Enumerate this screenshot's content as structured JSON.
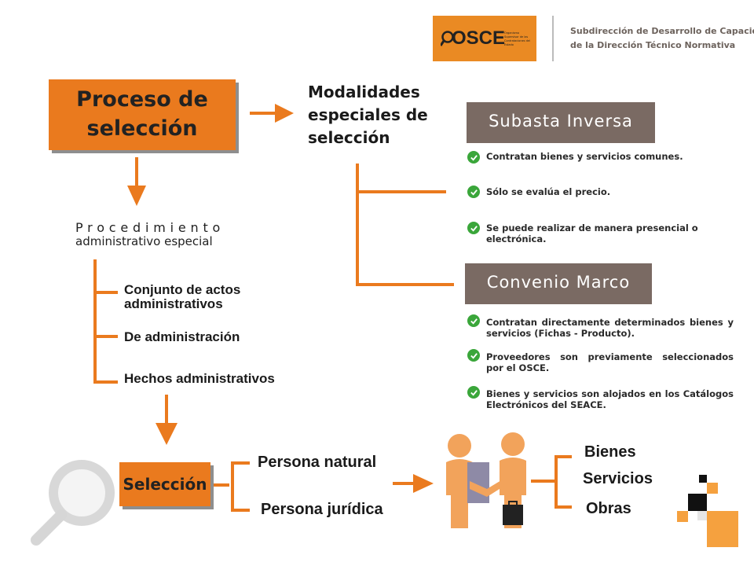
{
  "header": {
    "logo_text": "OSCE",
    "logo_small_text": "Organismo Supervisor de las Contrataciones del Estado",
    "subtitle_line1": "Subdirección de Desarrollo de Capacidades",
    "subtitle_line2": "de la Dirección Técnico Normativa"
  },
  "main_box": {
    "line1": "Proceso de",
    "line2": "selección"
  },
  "modalidades": {
    "line1": "Modalidades",
    "line2": "especiales de",
    "line3": "selección"
  },
  "subasta": {
    "title": "Subasta Inversa",
    "items": [
      "Contratan bienes y servicios comunes.",
      "Sólo se evalúa el precio.",
      "Se puede realizar de manera presencial o electrónica."
    ]
  },
  "convenio": {
    "title": "Convenio Marco",
    "items": [
      "Contratan directamente determinados bienes y servicios (Fichas - Producto).",
      "Proveedores son previamente seleccionados por el OSCE.",
      "Bienes y servicios son alojados en los Catálogos Electrónicos del SEACE."
    ]
  },
  "procedimiento": {
    "line1": "Procedimiento",
    "line2": "administrativo especial",
    "items": [
      "Conjunto de actos administrativos",
      "De administración",
      "Hechos administrativos"
    ]
  },
  "seleccion": {
    "label": "Selección",
    "persona_natural": "Persona natural",
    "persona_juridica": "Persona jurídica"
  },
  "resultados": [
    "Bienes",
    "Servicios",
    "Obras"
  ],
  "colors": {
    "orange": "#ea7a1e",
    "brown": "#7a6a63",
    "green": "#3aa63a"
  },
  "icons": [
    "search-icon",
    "check-icon",
    "handshake-icon",
    "decorative-squares"
  ]
}
